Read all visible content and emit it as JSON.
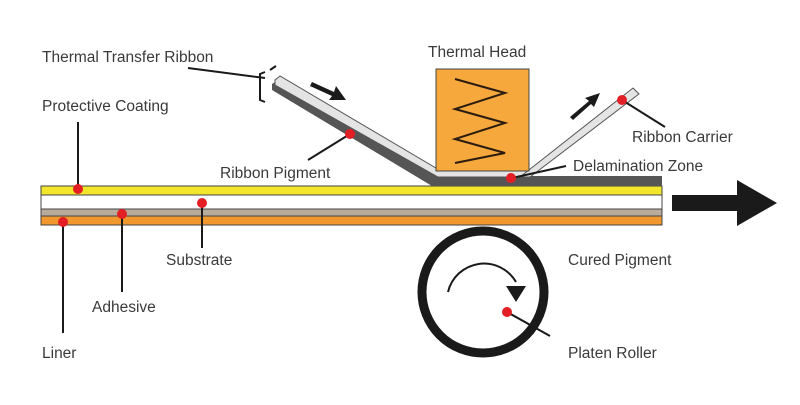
{
  "labels": {
    "thermal_transfer_ribbon": "Thermal Transfer Ribbon",
    "protective_coating": "Protective Coating",
    "ribbon_pigment": "Ribbon Pigment",
    "thermal_head": "Thermal Head",
    "ribbon_carrier": "Ribbon Carrier",
    "delamination_zone": "Delamination Zone",
    "substrate": "Substrate",
    "adhesive": "Adhesive",
    "liner": "Liner",
    "cured_pigment": "Cured Pigment",
    "platen_roller": "Platen Roller"
  },
  "colors": {
    "protective_coating": "#f2e62a",
    "substrate": "#ffffff",
    "adhesive": "#b9ab9c",
    "liner": "#f0982e",
    "thermal_head": "#f6a83c",
    "ribbon_carrier": "#e4e4e4",
    "ribbon_pigment": "#555555",
    "marker": "#e31e24",
    "ink": "#1a1a1a"
  }
}
